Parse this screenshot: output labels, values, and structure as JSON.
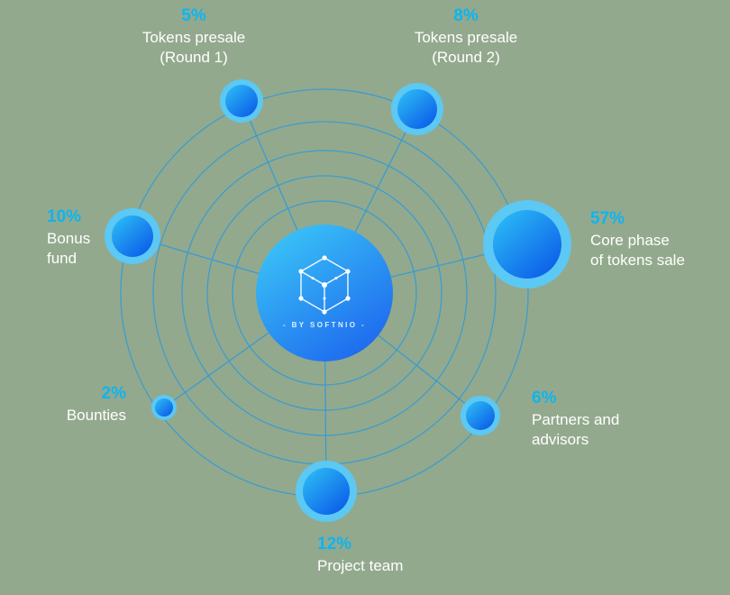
{
  "colors": {
    "background": "#93a98d",
    "accent_percent": "#0cb5f2",
    "label_text": "#ffffff",
    "orbit_line": "#2e9bd9",
    "node_ring": "#5cc8f4",
    "node_gradient_start": "#2ec2f6",
    "node_gradient_end": "#0a58e8",
    "center_gradient_start": "#3bc7f7",
    "center_gradient_end": "#1c64ee"
  },
  "center": {
    "brand": "- BY SOFTNIO -",
    "icon": "cube-network-icon"
  },
  "nodes": [
    {
      "percent": "5%",
      "lines": [
        "Tokens presale",
        "(Round 1)"
      ]
    },
    {
      "percent": "8%",
      "lines": [
        "Tokens presale",
        "(Round 2)"
      ]
    },
    {
      "percent": "57%",
      "lines": [
        "Core phase",
        "of tokens sale"
      ]
    },
    {
      "percent": "6%",
      "lines": [
        "Partners and",
        "advisors"
      ]
    },
    {
      "percent": "12%",
      "lines": [
        "Project team"
      ]
    },
    {
      "percent": "2%",
      "lines": [
        "Bounties"
      ]
    },
    {
      "percent": "10%",
      "lines": [
        "Bonus",
        "fund"
      ]
    }
  ],
  "chart_data": {
    "type": "pie",
    "render_style": "orbital bubble / network diagram with center hub",
    "categories": [
      "Tokens presale (Round 1)",
      "Tokens presale (Round 2)",
      "Core phase of tokens sale",
      "Partners and advisors",
      "Project team",
      "Bounties",
      "Bonus fund"
    ],
    "values": [
      5,
      8,
      57,
      6,
      12,
      2,
      10
    ],
    "unit": "%",
    "center_label": "- BY SOFTNIO -",
    "bubble_size_encodes": "percentage share",
    "legend": "percent + category text placed beside each bubble"
  }
}
